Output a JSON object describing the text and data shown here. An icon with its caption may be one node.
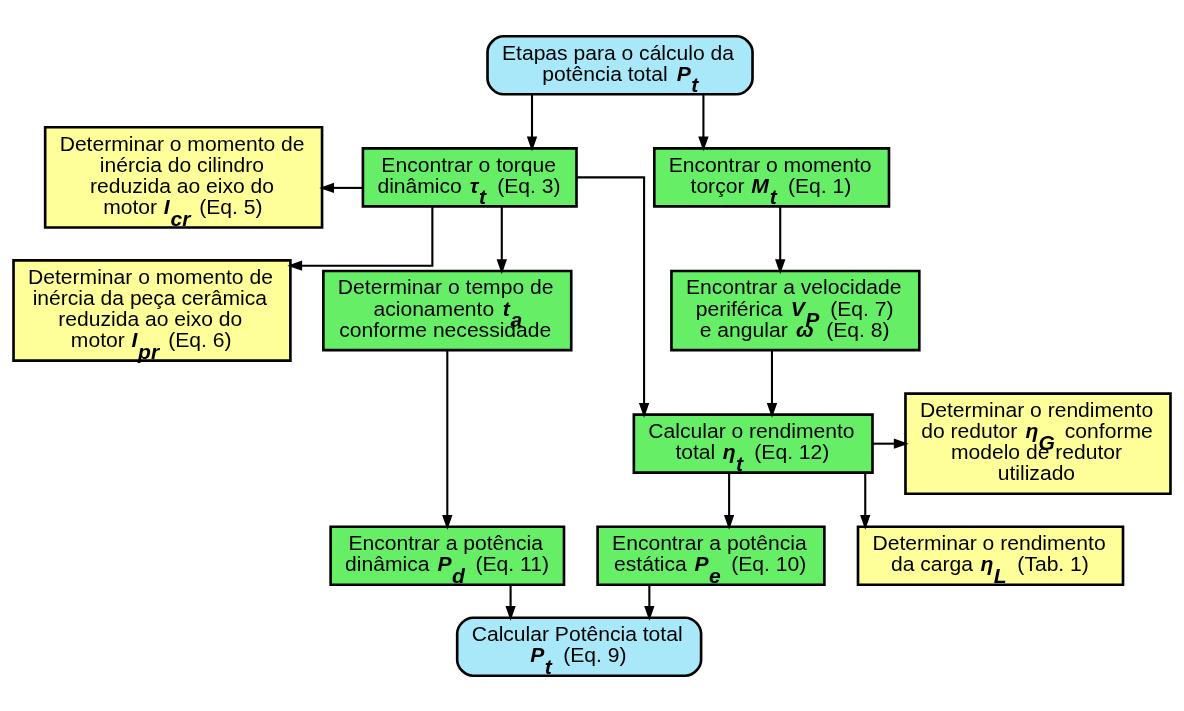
{
  "diagram": {
    "nodes": [
      {
        "text": [
          "Etapas para o cálculo da potência total **P$_{t}$**"
        ]
      },
      {
        "text": [
          "Determinar o momento de inércia do cilindro reduzida ao eixo do motor **I$_{cr}$** (Eq. 5)"
        ]
      },
      {
        "text": [
          "Encontrar o torque dinâmico **τ$_{t}$** (Eq. 3)"
        ]
      },
      {
        "text": [
          "Encontrar o momento torçor **M$_{t}$** (Eq. 1)"
        ]
      },
      {
        "text": [
          "Determinar o momento de inércia da peça cerâmica reduzida ao eixo do motor **I$_{pr}$** (Eq. 6)"
        ]
      },
      {
        "text": [
          "Determinar o tempo de acionamento **t$_{a}$** conforme necessidade"
        ]
      },
      {
        "text": [
          "Encontrar a velocidade periférica **V$_{P}$** (Eq. 7) e angular **ω** (Eq. 8)"
        ]
      },
      {
        "text": [
          "Determinar o rendimento do redutor **η$_{G}$** conforme modelo de redutor utilizado"
        ]
      },
      {
        "text": [
          "Calcular o rendimento total **η$_{t}$** (Eq. 12)"
        ]
      },
      {
        "text": [
          "Determinar o rendimento da carga **η$_{L}$** (Tab. 1)"
        ]
      },
      {
        "text": [
          "Encontrar a potência dinâmica **P$_{d}$** (Eq. 11)"
        ]
      },
      {
        "text": [
          "Encontrar a potência estática **P$_{e}$** (Eq. 10)"
        ]
      },
      {
        "text": [
          "Calcular Potência total **P$_{t}$** (Eq. 9)"
        ]
      }
    ],
    "edges": [
      {
        "from": 0,
        "to": 2,
        "arrow": "to"
      },
      {
        "from": 0,
        "to": 3,
        "arrow": "to"
      },
      {
        "from": 2,
        "to": 1,
        "arrow": "to"
      },
      {
        "from": 2,
        "to": 4,
        "arrow": "to"
      },
      {
        "from": 2,
        "to": 5,
        "arrow": "to"
      },
      {
        "from": 2,
        "to": 8,
        "arrow": "to"
      },
      {
        "from": 3,
        "to": 6,
        "arrow": "to"
      },
      {
        "from": 6,
        "to": 8,
        "arrow": "to"
      },
      {
        "from": 8,
        "to": 7,
        "arrow": "to"
      },
      {
        "from": 8,
        "to": 9,
        "arrow": "to"
      },
      {
        "from": 8,
        "to": 11,
        "arrow": "to"
      },
      {
        "from": 5,
        "to": 10,
        "arrow": "to"
      },
      {
        "from": 10,
        "to": 12,
        "arrow": "to"
      },
      {
        "from": 11,
        "to": 12,
        "arrow": "to"
      }
    ]
  }
}
